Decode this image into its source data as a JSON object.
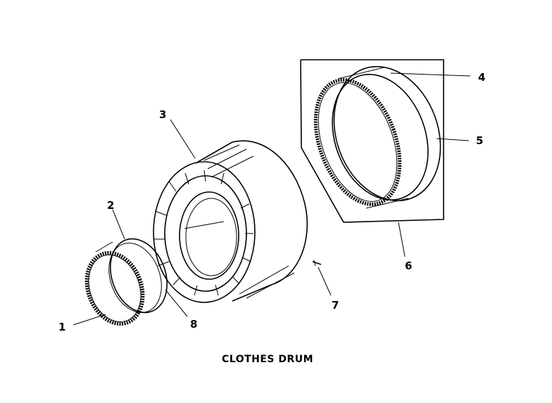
{
  "title": "CLOTHES DRUM",
  "callouts": [
    {
      "label": "1"
    },
    {
      "label": "2"
    },
    {
      "label": "3"
    },
    {
      "label": "4"
    },
    {
      "label": "5"
    },
    {
      "label": "6"
    },
    {
      "label": "7"
    },
    {
      "label": "8"
    }
  ]
}
